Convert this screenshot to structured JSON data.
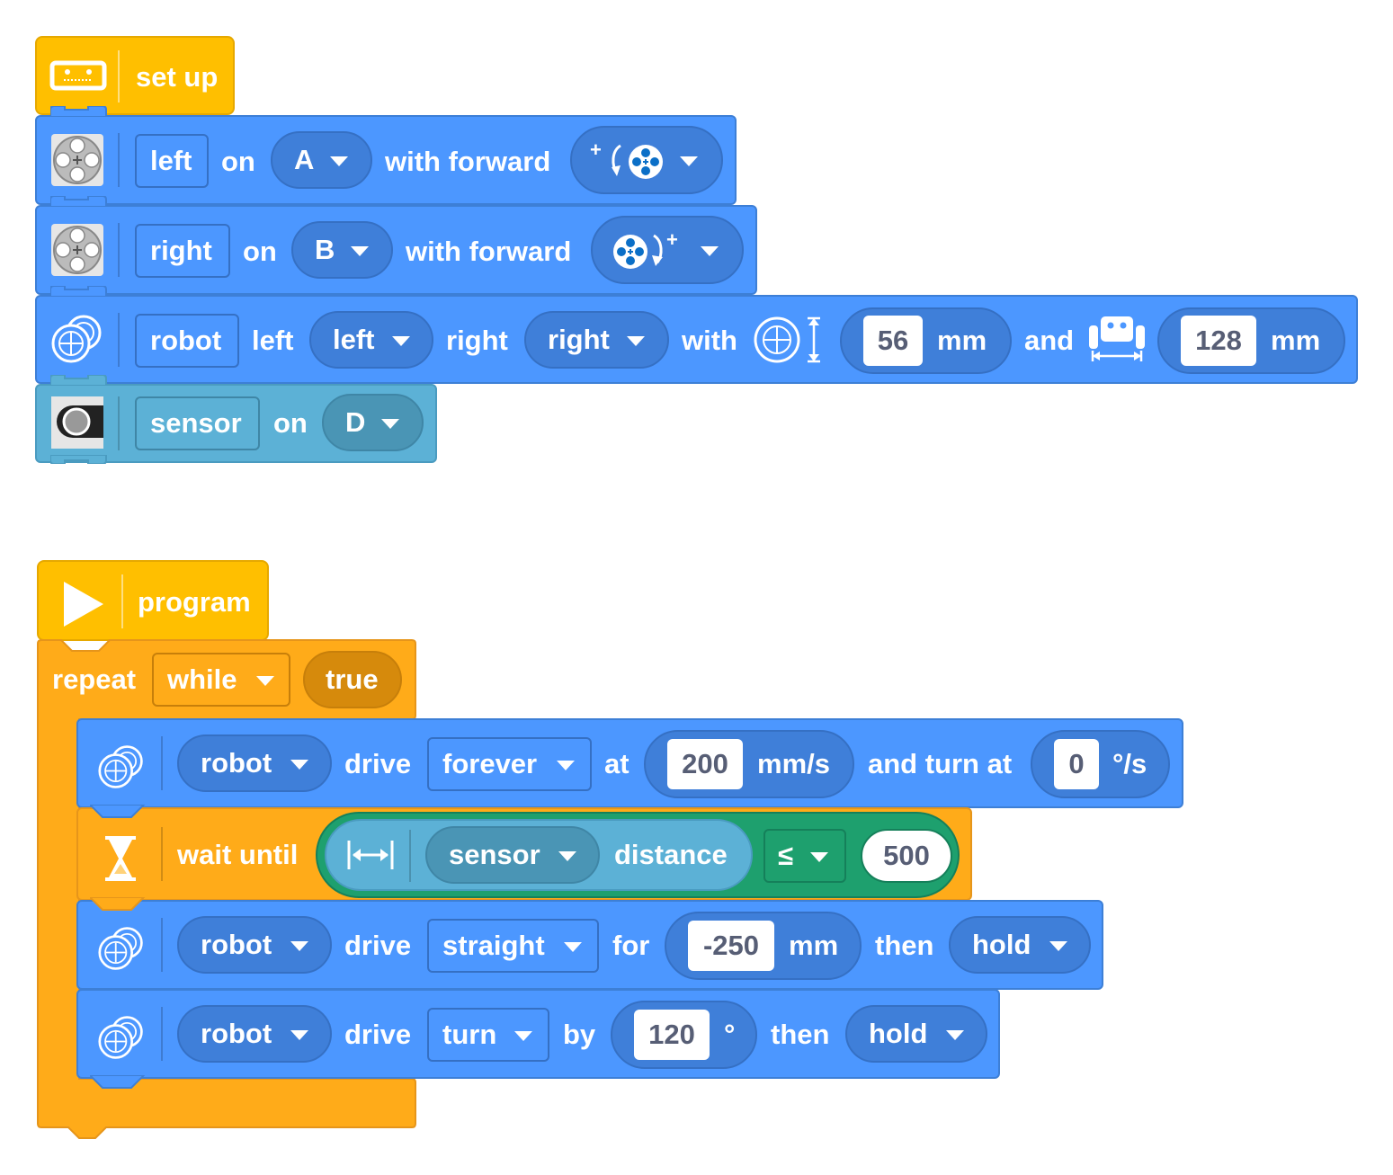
{
  "setup": {
    "hat_label": "set up",
    "motor_left": {
      "name": "left",
      "on": "on",
      "port": "A",
      "with_forward": "with forward"
    },
    "motor_right": {
      "name": "right",
      "on": "on",
      "port": "B",
      "with_forward": "with forward"
    },
    "drivebase": {
      "name": "robot",
      "left_label": "left",
      "left_value": "left",
      "right_label": "right",
      "right_value": "right",
      "with": "with",
      "wheel_diameter": "56",
      "unit1": "mm",
      "and": "and",
      "axle_track": "128",
      "unit2": "mm"
    },
    "sensor": {
      "name": "sensor",
      "on": "on",
      "port": "D"
    }
  },
  "program": {
    "hat_label": "program",
    "repeat": {
      "label": "repeat",
      "mode": "while",
      "condition": "true"
    },
    "drive_forever": {
      "robot": "robot",
      "drive": "drive",
      "mode": "forever",
      "at": "at",
      "speed": "200",
      "speed_unit": "mm/s",
      "turn_label": "and turn at",
      "turn_rate": "0",
      "turn_unit": "°/s"
    },
    "wait_until": {
      "label": "wait until",
      "sensor": "sensor",
      "measure": "distance",
      "operator": "≤",
      "value": "500"
    },
    "drive_straight": {
      "robot": "robot",
      "drive": "drive",
      "mode": "straight",
      "for": "for",
      "distance": "-250",
      "unit": "mm",
      "then": "then",
      "stop": "hold"
    },
    "drive_turn": {
      "robot": "robot",
      "drive": "drive",
      "mode": "turn",
      "by": "by",
      "angle": "120",
      "unit": "°",
      "then": "then",
      "stop": "hold"
    }
  },
  "colors": {
    "hat": "#ffbf00",
    "motion": "#4c97ff",
    "sensor": "#5cb1d6",
    "control": "#ffab19",
    "operator": "#1ea06e"
  }
}
